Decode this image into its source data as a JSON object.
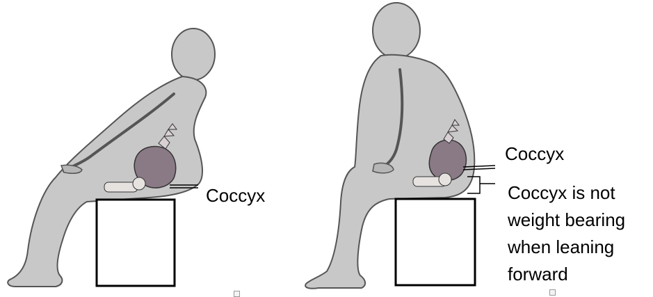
{
  "figure_left": {
    "label": "Coccyx",
    "box_color": "#000000"
  },
  "figure_right": {
    "label_top": "Coccyx",
    "label_note": [
      "Coccyx is not",
      "weight bearing",
      "when leaning",
      "forward"
    ]
  },
  "colors": {
    "body_fill": "#c8c8c8",
    "body_outline": "#555555",
    "bone_fill": "#8a7a86",
    "bone_light": "#e6e2e0"
  }
}
